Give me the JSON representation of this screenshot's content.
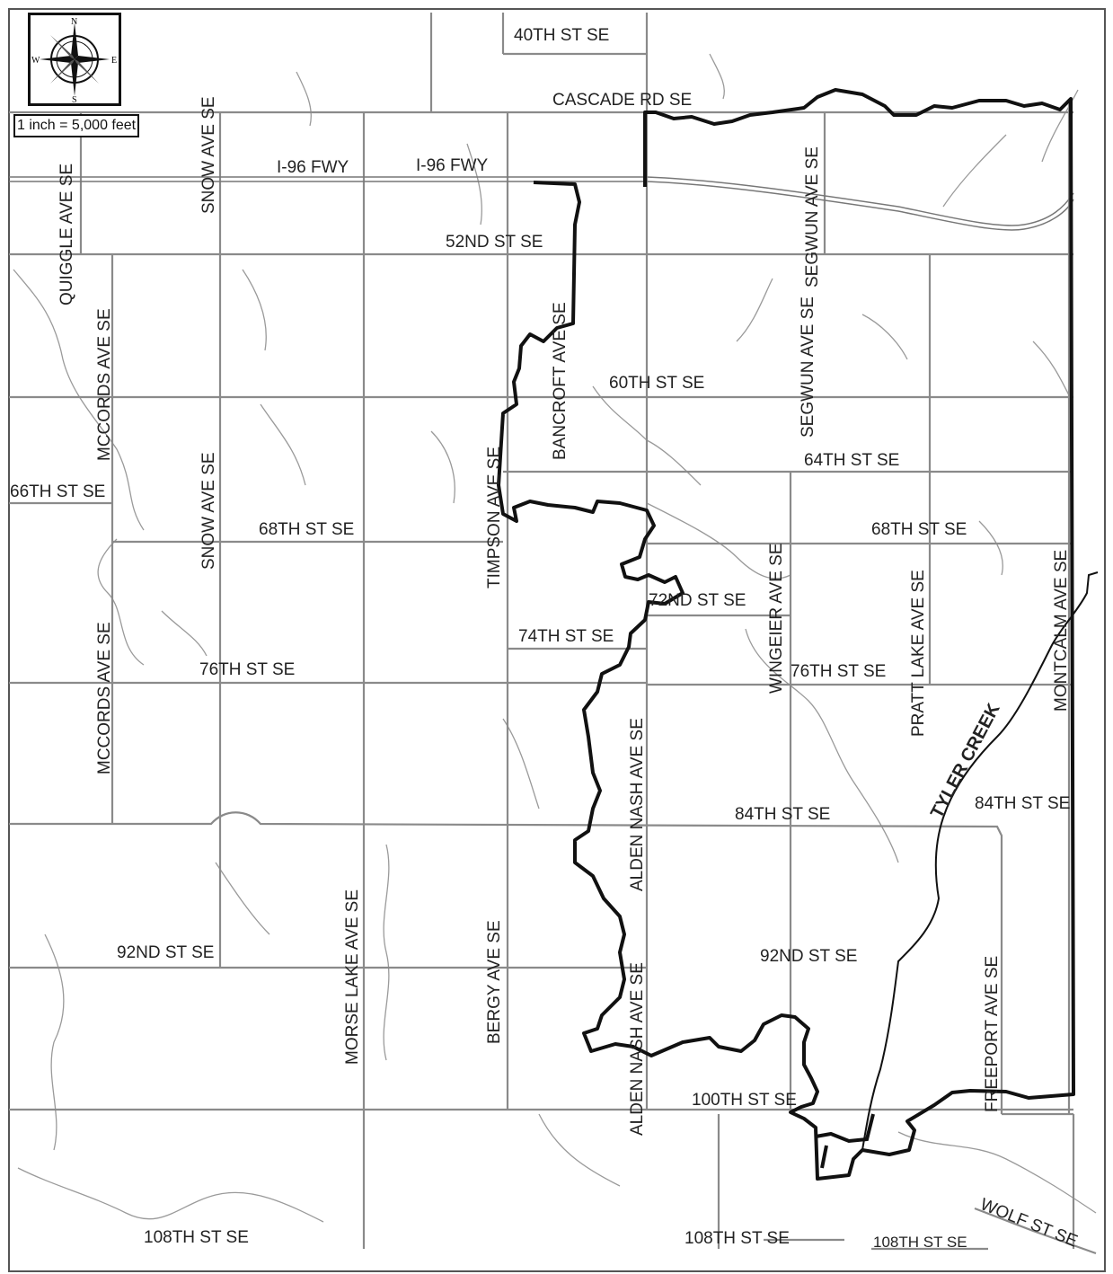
{
  "scale": "1 inch = 5,000 feet",
  "compass": {
    "icon": "compass-rose-icon",
    "n": "N",
    "s": "S",
    "e": "E",
    "w": "W"
  },
  "labels": {
    "40th": "40TH ST SE",
    "cascade": "CASCADE RD SE",
    "i96a": "I-96 FWY",
    "i96b": "I-96 FWY",
    "52nd": "52ND ST SE",
    "60th": "60TH ST SE",
    "64th": "64TH ST SE",
    "66th": "66TH ST SE",
    "68th_w": "68TH ST SE",
    "68th_e": "68TH ST SE",
    "72nd": "72ND ST SE",
    "74th": "74TH ST SE",
    "76th_w": "76TH ST SE",
    "76th_e": "76TH ST SE",
    "84th_c": "84TH ST SE",
    "84th_e": "84TH ST SE",
    "92nd_w": "92ND ST SE",
    "92nd_e": "92ND ST SE",
    "100th": "100TH ST SE",
    "108th_w": "108TH ST SE",
    "108th_c": "108TH ST SE",
    "108th_e": "108TH ST SE",
    "wolf": "WOLF ST SE",
    "quiggle": "QUIGGLE AVE SE",
    "snow_n": "SNOW AVE SE",
    "snow_s": "SNOW AVE SE",
    "mccords_n": "MCCORDS AVE SE",
    "mccords_s": "MCCORDS AVE SE",
    "bancroft": "BANCROFT AVE SE",
    "timpson": "TIMPSON AVE SE",
    "segwun_n": "SEGWUN AVE SE",
    "segwun_s": "SEGWUN AVE SE",
    "wingeier": "WINGEIER AVE SE",
    "pratt": "PRATT LAKE AVE SE",
    "montcalm": "MONTCALM AVE SE",
    "alden_n": "ALDEN NASH AVE SE",
    "alden_s": "ALDEN NASH AVE SE",
    "morse": "MORSE LAKE AVE SE",
    "bergy": "BERGY AVE SE",
    "freeport": "FREEPORT AVE SE",
    "tyler": "TYLER CREEK"
  },
  "colors": {
    "road": "#8a8a8a",
    "boundary": "#111111",
    "stream": "#9a9a9a",
    "background": "#ffffff"
  }
}
